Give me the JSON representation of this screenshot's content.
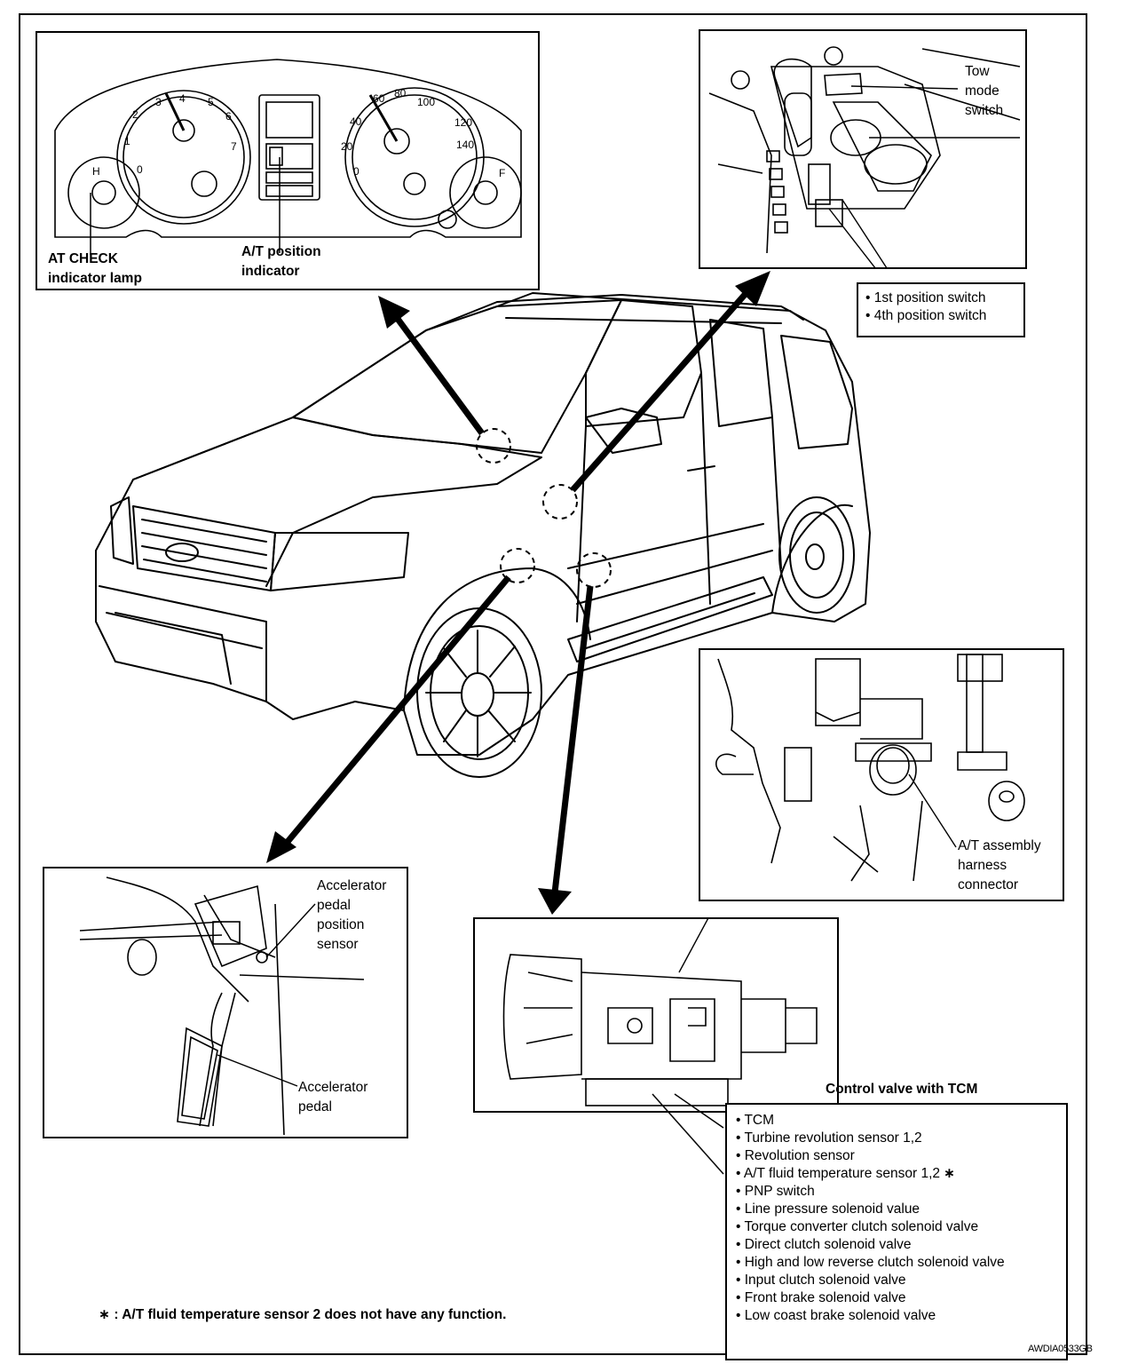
{
  "instrument_panel": {
    "at_check_label": [
      "AT CHECK",
      "indicator lamp"
    ],
    "at_position_label": [
      "A/T position",
      "indicator"
    ]
  },
  "shifter_panel": {
    "tow_label": [
      "Tow",
      "mode",
      "switch"
    ],
    "switch_list": [
      "1st position switch",
      "4th position switch"
    ]
  },
  "connector_panel": {
    "label": [
      "A/T assembly",
      "harness",
      "connector"
    ]
  },
  "pedal_panel": {
    "sensor_label": [
      "Accelerator",
      "pedal",
      "position",
      "sensor"
    ],
    "pedal_label": [
      "Accelerator",
      "pedal"
    ]
  },
  "transmission_panel": {
    "title": "Control valve with TCM",
    "components": [
      "TCM",
      "Turbine revolution sensor 1,2",
      "Revolution sensor",
      "A/T fluid temperature sensor 1,2",
      "PNP switch",
      "Line pressure solenoid value",
      "Torque converter clutch solenoid valve",
      "Direct clutch solenoid valve",
      "High and low reverse clutch solenoid valve",
      "Input clutch solenoid valve",
      "Front brake solenoid valve",
      "Low coast brake solenoid valve"
    ],
    "asterisk_index": 3
  },
  "footnote": {
    "mark": "∗",
    "text": ": A/T fluid temperature sensor 2 does not have any function."
  },
  "figure_code": "AWDIA0533GB"
}
